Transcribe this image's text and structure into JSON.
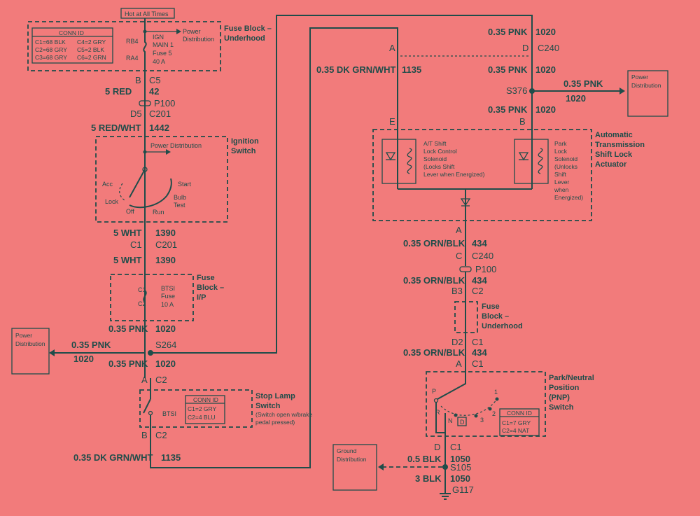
{
  "colors": {
    "background": "#f27b7b",
    "ink": "#1f4d4a"
  },
  "hot_label": "Hot at All Times",
  "fuse_block_underhood": {
    "title": "Fuse Block –",
    "title2": "Underhood",
    "conn_id_title": "CONN ID",
    "conn_rows": [
      "C1=68 BLK",
      "C2=68 GRY",
      "C3=68 GRY"
    ],
    "conn_rows_b": [
      "C4=2 GRY",
      "C5=2 BLK",
      "C6=2 GRN"
    ],
    "rb4": "RB4",
    "ra4": "RA4",
    "fuse": [
      "IGN",
      "MAIN 1",
      "Fuse 5",
      "40 A"
    ],
    "power_distribution": [
      "Power",
      "Distribution"
    ]
  },
  "wires_left": {
    "c5_a": "B",
    "c5_b": "C5",
    "w1_a": "5 RED",
    "w1_b": "42",
    "p100": "P100",
    "c201_a": "D5",
    "c201_b": "C201",
    "w2_a": "5 RED/WHT",
    "w2_b": "1442",
    "w3_a": "5 WHT",
    "w3_b": "1390",
    "c201b_a": "C1",
    "c201b_b": "C201",
    "w4_a": "5 WHT",
    "w4_b": "1390",
    "w5_a": "0.35 PNK",
    "w5_b": "1020",
    "s264": "S264",
    "pd_a": "0.35 PNK",
    "pd_b": "1020",
    "w6_a": "0.35 PNK",
    "w6_b": "1020",
    "c2a_a": "A",
    "c2a_b": "C2",
    "c2b_a": "B",
    "c2b_b": "C2",
    "w7_a": "0.35 DK GRN/WHT",
    "w7_b": "1135"
  },
  "ignition_switch": {
    "title": "Ignition",
    "title2": "Switch",
    "power_distribution": "Power Distribution",
    "acc": "Acc",
    "lock": "Lock",
    "off": "Off",
    "run": "Run",
    "start": "Start",
    "bulb": "Bulb",
    "test": "Test"
  },
  "fuse_block_ip": {
    "title": "Fuse",
    "title2": "Block –",
    "title3": "I/P",
    "c1": "C1",
    "c2": "C2",
    "fuse": [
      "BTSI",
      "Fuse",
      "10 A"
    ]
  },
  "power_distribution_left": [
    "Power",
    "Distribution"
  ],
  "stop_lamp": {
    "title": "Stop Lamp",
    "title2": "Switch",
    "note": [
      "(Switch open w/brake",
      "pedal pressed)"
    ],
    "btsi": "BTSI",
    "conn_id_title": "CONN ID",
    "conn_rows": [
      "C1=2 GRY",
      "C2=4 BLU"
    ]
  },
  "wires_right": {
    "top_a": "0.35 PNK",
    "top_b": "1020",
    "a_label": "A",
    "d_label": "D",
    "c240": "C240",
    "dkgrn_a": "0.35 DK GRN/WHT",
    "dkgrn_b": "1135",
    "pnk2_a": "0.35 PNK",
    "pnk2_b": "1020",
    "s376": "S376",
    "pd_a": "0.35 PNK",
    "pd_b": "1020",
    "pnk3_a": "0.35 PNK",
    "pnk3_b": "1020",
    "e_label": "E",
    "b_label": "B",
    "a2": "A",
    "orn1_a": "0.35 ORN/BLK",
    "orn1_b": "434",
    "c240b_a": "C",
    "c240b_b": "C240",
    "p100": "P100",
    "orn2_a": "0.35 ORN/BLK",
    "orn2_b": "434",
    "b3_a": "B3",
    "b3_b": "C2",
    "d2_a": "D2",
    "d2_b": "C1",
    "orn3_a": "0.35 ORN/BLK",
    "orn3_b": "434",
    "a3_a": "A",
    "a3_b": "C1",
    "d_c1_a": "D",
    "d_c1_b": "C1",
    "blk1_a": "0.5 BLK",
    "blk1_b": "1050",
    "s105": "S105",
    "blk2_a": "3 BLK",
    "blk2_b": "1050",
    "g117": "G117"
  },
  "power_distribution_right": [
    "Power",
    "Distribution"
  ],
  "shift_lock": {
    "title": "Automatic",
    "title2": "Transmission",
    "title3": "Shift Lock",
    "title4": "Actuator",
    "sol1": [
      "A/T Shift",
      "Lock Control",
      "Solenoid",
      "(Locks Shift",
      "Lever when Energized)"
    ],
    "sol2": [
      "Park",
      "Lock",
      "Solenoid",
      "(Unlocks",
      "Shift",
      "Lever",
      "when",
      "Energized)"
    ]
  },
  "fuse_block_underhood_right": {
    "title": "Fuse",
    "title2": "Block –",
    "title3": "Underhood"
  },
  "pnp_switch": {
    "title": "Park/Neutral",
    "title2": "Position",
    "title3": "(PNP)",
    "title4": "Switch",
    "p": "P",
    "r": "R",
    "n": "N",
    "d": "D",
    "n1": "1",
    "n2": "2",
    "n3": "3",
    "conn_id_title": "CONN ID",
    "conn_rows": [
      "C1=7 GRY",
      "C2=4 NAT"
    ]
  },
  "ground_distribution": [
    "Ground",
    "Distribution"
  ]
}
